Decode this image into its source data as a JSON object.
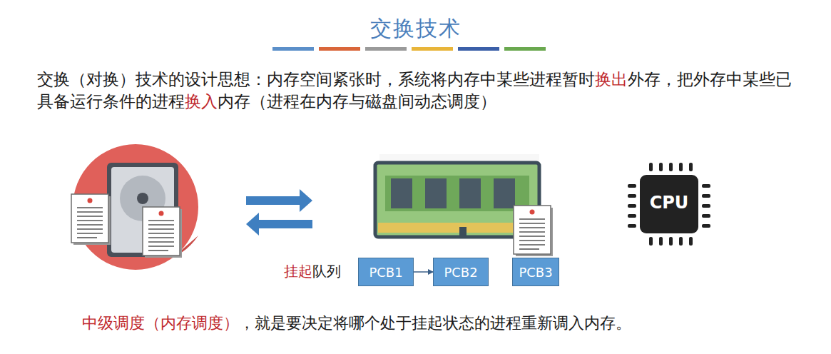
{
  "diagram": {
    "title": "交换技术",
    "nodes": [
      {
        "text": [
          "PCB1"
        ]
      },
      {
        "text": [
          "PCB2"
        ]
      },
      {
        "text": [
          "PCB3"
        ]
      }
    ],
    "edges": [
      {
        "from": 0,
        "to": 1,
        "arrow": "to"
      }
    ],
    "labels": [
      "交换（对换）技术的设计思想：内存空间紧张时，系统将内存中某些进程暂时",
      "换出",
      "外存，把外存中某些已具备运行条件的进程",
      "换入",
      "内存（进程在内存与磁盘间动态调度）",
      "CPU",
      "挂起",
      "队列",
      "中级调度（内存调度）",
      "，就是要决定将哪个处于挂起状态的进程重新调入内存。"
    ]
  }
}
